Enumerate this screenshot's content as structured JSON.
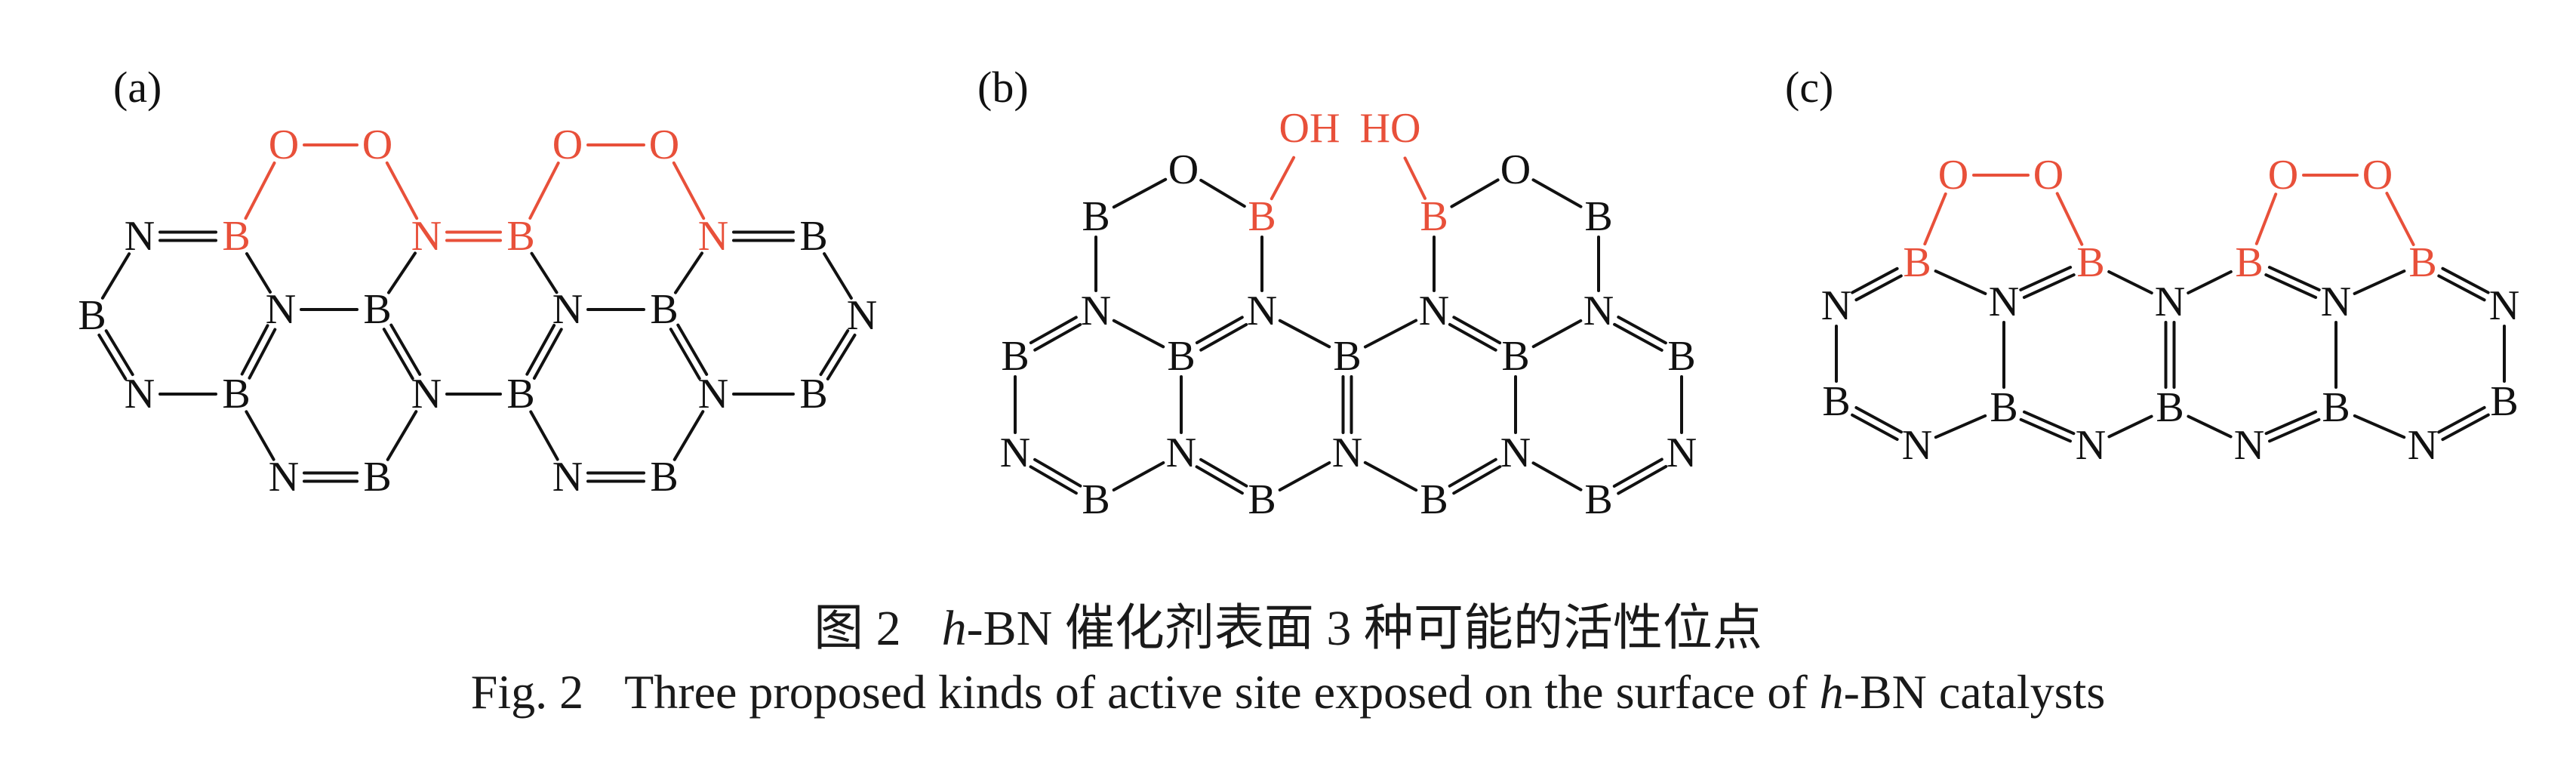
{
  "panels": [
    {
      "label": "(a)"
    },
    {
      "label": "(b)"
    },
    {
      "label": "(c)"
    }
  ],
  "colors": {
    "ink": "#111111",
    "highlight": "#e8503a"
  },
  "caption": {
    "cn_number": "图 2",
    "cn_italic": "h",
    "cn_text": "-BN 催化剂表面 3 种可能的活性位点",
    "en_number": "Fig. 2",
    "en_text": "Three proposed kinds of active site exposed on the surface of ",
    "en_italic": "h",
    "en_tail": "-BN catalysts"
  }
}
